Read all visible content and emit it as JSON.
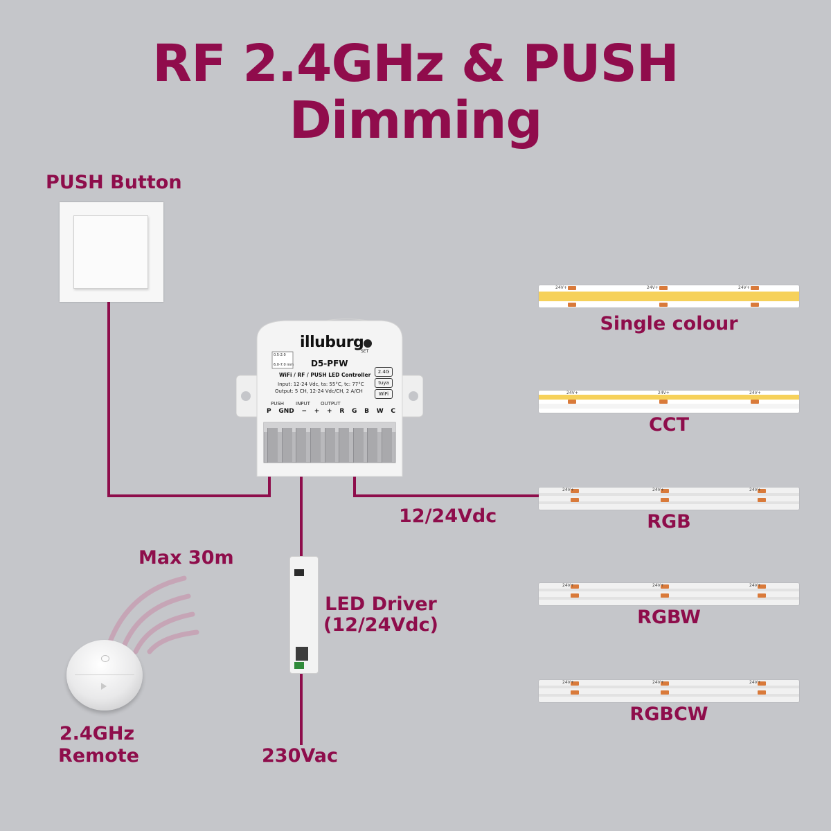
{
  "title": {
    "line1": "RF 2.4GHz & PUSH",
    "line2": "Dimming"
  },
  "labels": {
    "push_button": "PUSH Button",
    "voltage_out": "12/24Vdc",
    "max_range": "Max 30m",
    "driver_line1": "LED Driver",
    "driver_line2": "(12/24Vdc)",
    "remote_line1": "2.4GHz",
    "remote_line2": "Remote",
    "mains": "230Vac"
  },
  "controller": {
    "brand": "illuburg",
    "model": "D5-PFW",
    "subtitle": "WiFi / RF / PUSH LED Controller",
    "input_spec": "Input: 12-24 Vdc, ta: 55°C, tc: 77°C",
    "output_spec": "Output: 5 CH, 12-24 Vdc/CH, 2 A/CH",
    "set_label": "SET",
    "wire_spec1": "0.5-2.0",
    "wire_spec2": "6.0-7.0 mm",
    "badges": [
      "2.4G",
      "tuya",
      "WiFi"
    ],
    "group_labels": [
      "PUSH",
      "INPUT",
      "OUTPUT"
    ],
    "terminals": [
      "P",
      "GND",
      "−",
      "+",
      "+",
      "R",
      "G",
      "B",
      "W",
      "C"
    ]
  },
  "strips": [
    {
      "name": "Single colour",
      "type": "single",
      "marking": "24V+"
    },
    {
      "name": "CCT",
      "type": "cct",
      "marking": "24V+"
    },
    {
      "name": "RGB",
      "type": "rgb",
      "marking": "24V+"
    },
    {
      "name": "RGBW",
      "type": "rgbw",
      "marking": "24V+"
    },
    {
      "name": "RGBCW",
      "type": "rgbcw",
      "marking": "24V+"
    }
  ],
  "colors": {
    "background": "#c5c6ca",
    "accent": "#8e0d4b",
    "strip_warm": "#f6d15a",
    "strip_white": "#f1f1f1",
    "pad": "#d97a3a"
  },
  "icons": {
    "switch": "push-switch",
    "controller": "led-controller",
    "driver": "led-driver",
    "remote": "rf-remote",
    "signal": "radio-waves-icon"
  }
}
